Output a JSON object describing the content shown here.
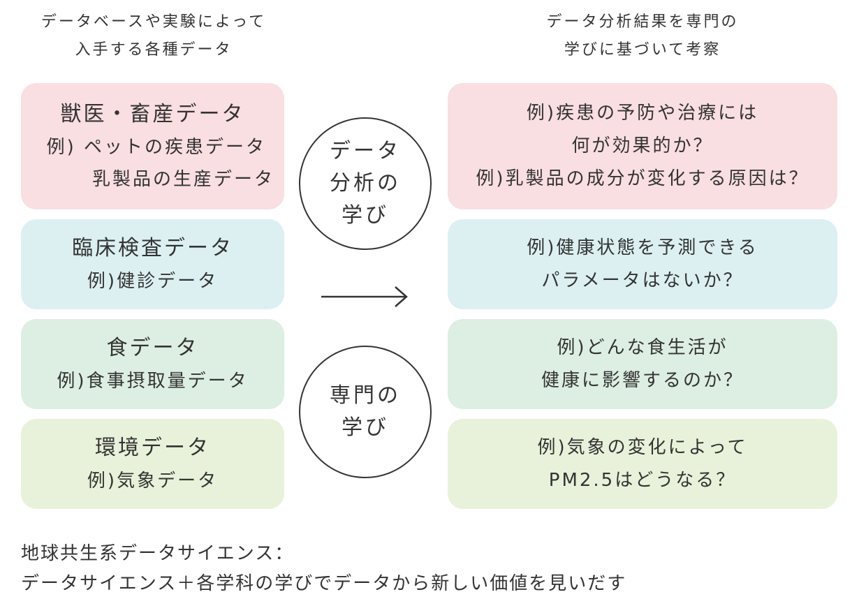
{
  "headers": {
    "left": [
      "データベースや実験によって",
      "入手する各種データ"
    ],
    "right": [
      "データ分析結果を専門の",
      "学びに基づいて考察"
    ]
  },
  "left_boxes": [
    {
      "title": "獣医・畜産データ",
      "lines": [
        "例) ペットの疾患データ",
        "乳製品の生産データ"
      ]
    },
    {
      "title": "臨床検査データ",
      "lines": [
        "例)健診データ"
      ]
    },
    {
      "title": "食データ",
      "lines": [
        "例)食事摂取量データ"
      ]
    },
    {
      "title": "環境データ",
      "lines": [
        "例)気象データ"
      ]
    }
  ],
  "center": {
    "circle_top": [
      "データ",
      "分析の",
      "学び"
    ],
    "circle_bottom": [
      "専門の",
      "学び"
    ]
  },
  "right_boxes": [
    {
      "lines": [
        "例)疾患の予防や治療には",
        "何が効果的か？",
        "例)乳製品の成分が変化する原因は？"
      ]
    },
    {
      "lines": [
        "例)健康状態を予測できる",
        "パラメータはないか？"
      ]
    },
    {
      "lines": [
        "例)どんな食生活が",
        "健康に影響するのか？"
      ]
    },
    {
      "lines": [
        "例)気象の変化によって",
        "PM2.5はどうなる？"
      ]
    }
  ],
  "footer": [
    "地球共生系データサイエンス：",
    "データサイエンス＋各学科の学びでデータから新しい価値を見いだす"
  ],
  "colors": {
    "pink": "#f9dee2",
    "cyan": "#dcf0f2",
    "mint": "#ddeee2",
    "lime": "#e8f2da",
    "ink": "#333333"
  }
}
